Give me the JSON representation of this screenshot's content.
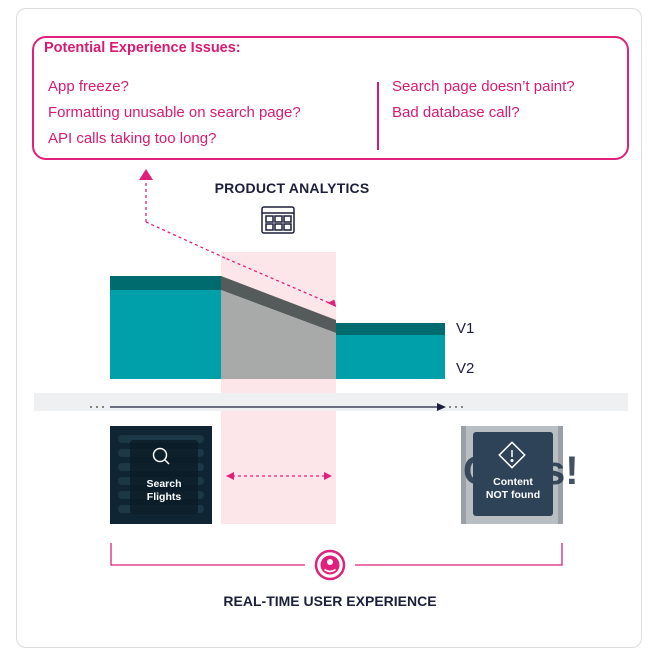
{
  "issues": {
    "title": "Potential Experience Issues:",
    "left": [
      "App freeze?",
      "Formatting unusable on search page?",
      "API calls taking too long?"
    ],
    "right": [
      "Search page doesn’t paint?",
      "Bad database call?"
    ]
  },
  "product_analytics": {
    "title": "PRODUCT ANALYTICS",
    "icon": "dashboard-icon"
  },
  "funnel": {
    "v1_label": "V1",
    "v2_label": "V2",
    "colors": {
      "teal": "#00a0ab",
      "dark_teal": "#006b6e",
      "gray": "#a7aaa9",
      "dark_gray": "#555a5a",
      "highlight": "#fde6ea"
    }
  },
  "screens": {
    "search": {
      "line1": "Search",
      "line2": "Flights",
      "icon": "search-icon"
    },
    "error": {
      "line1": "Content",
      "line2_bold": "NOT",
      "line2_rest": " found",
      "bg_text": "Oops!",
      "icon": "warning-icon"
    }
  },
  "rtue": {
    "title": "REAL-TIME USER EXPERIENCE",
    "icon": "user-icon",
    "accent": "#e0207a"
  }
}
